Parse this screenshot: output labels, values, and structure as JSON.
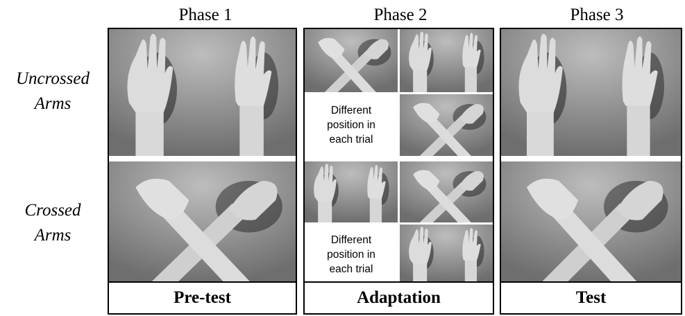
{
  "phases": [
    {
      "title": "Phase 1",
      "label": "Pre-test"
    },
    {
      "title": "Phase 2",
      "label": "Adaptation"
    },
    {
      "title": "Phase 3",
      "label": "Test"
    }
  ],
  "rows": {
    "uncrossed": "Uncrossed\nArms",
    "crossed": "Crossed\nArms"
  },
  "adaptation_note": "Different\nposition in\neach trial",
  "colors": {
    "photo_bg": "#7d7d7d",
    "skin": "#dcdcdc",
    "shadow": "#2a2a2a"
  }
}
